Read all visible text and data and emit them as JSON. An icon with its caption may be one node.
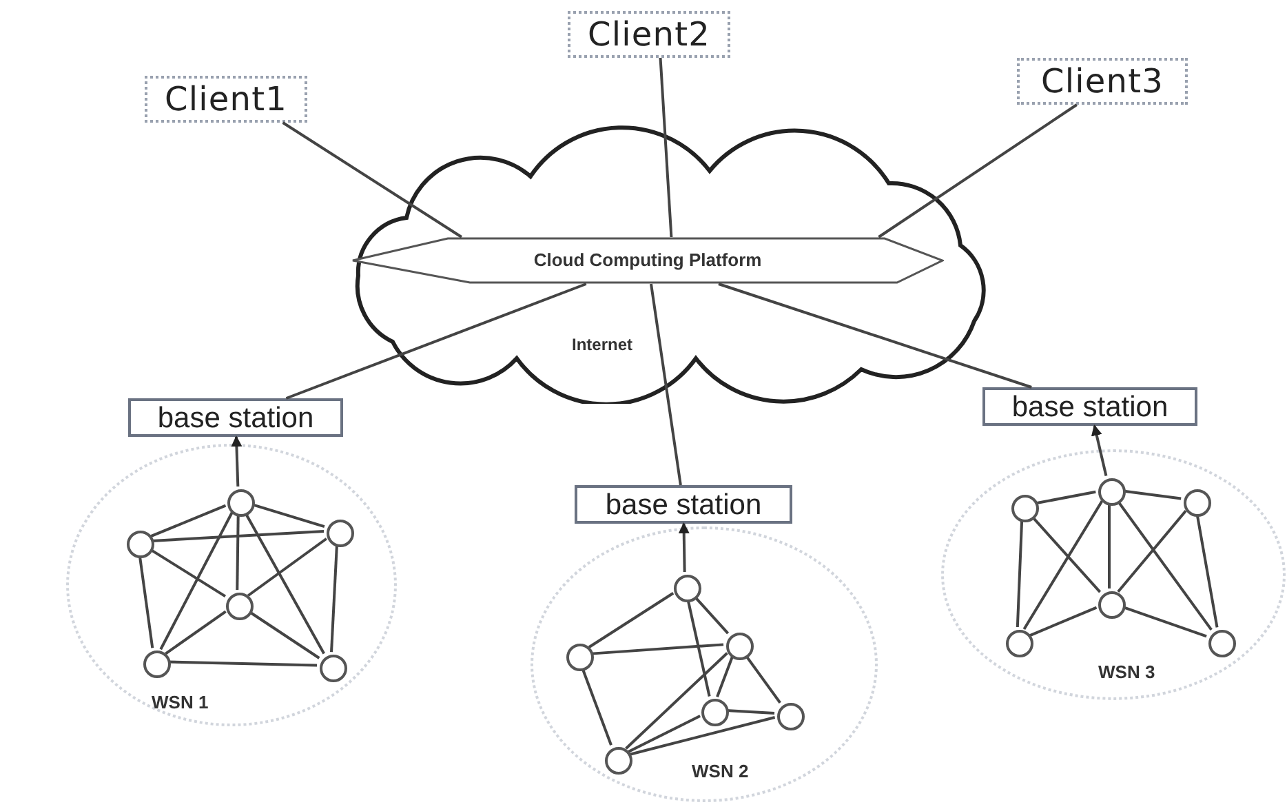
{
  "diagram": {
    "nodes": [
      {
        "text": [
          "Client1"
        ]
      },
      {
        "text": [
          "Client2"
        ]
      },
      {
        "text": [
          "Client3"
        ]
      },
      {
        "text": [
          "Internet"
        ]
      },
      {
        "text": [
          "Cloud Computing Platform"
        ],
        "in": 3
      },
      {
        "text": [
          "base station"
        ]
      },
      {
        "text": [
          "base station"
        ]
      },
      {
        "text": [
          "base station"
        ]
      },
      {
        "text": [
          "WSN 1"
        ]
      },
      {
        "text": [
          "WSN 2"
        ]
      },
      {
        "text": [
          "WSN 3"
        ]
      },
      {
        "text": [],
        "shape": "circle",
        "in": 8
      },
      {
        "text": [],
        "shape": "circle",
        "in": 8
      },
      {
        "text": [],
        "shape": "circle",
        "in": 8
      },
      {
        "text": [],
        "shape": "circle",
        "in": 8
      },
      {
        "text": [],
        "shape": "circle",
        "in": 8
      },
      {
        "text": [],
        "shape": "circle",
        "in": 8
      },
      {
        "text": [],
        "shape": "circle",
        "in": 9
      },
      {
        "text": [],
        "shape": "circle",
        "in": 9
      },
      {
        "text": [],
        "shape": "circle",
        "in": 9
      },
      {
        "text": [],
        "shape": "circle",
        "in": 9
      },
      {
        "text": [],
        "shape": "circle",
        "in": 9
      },
      {
        "text": [],
        "shape": "circle",
        "in": 9
      },
      {
        "text": [],
        "shape": "circle",
        "in": 10
      },
      {
        "text": [],
        "shape": "circle",
        "in": 10
      },
      {
        "text": [],
        "shape": "circle",
        "in": 10
      },
      {
        "text": [],
        "shape": "circle",
        "in": 10
      },
      {
        "text": [],
        "shape": "circle",
        "in": 10
      },
      {
        "text": [],
        "shape": "circle",
        "in": 10
      }
    ],
    "edges": [
      {
        "from": 0,
        "to": 4,
        "arrow": "none"
      },
      {
        "from": 1,
        "to": 4,
        "arrow": "none"
      },
      {
        "from": 2,
        "to": 4,
        "arrow": "none"
      },
      {
        "from": 4,
        "to": 5,
        "arrow": "none"
      },
      {
        "from": 4,
        "to": 6,
        "arrow": "none"
      },
      {
        "from": 4,
        "to": 7,
        "arrow": "none"
      },
      {
        "from": 11,
        "to": 5,
        "arrow": "to"
      },
      {
        "from": 11,
        "to": 12,
        "arrow": "none"
      },
      {
        "from": 11,
        "to": 13,
        "arrow": "none"
      },
      {
        "from": 12,
        "to": 13,
        "arrow": "none"
      },
      {
        "from": 11,
        "to": 14,
        "arrow": "none"
      },
      {
        "from": 11,
        "to": 15,
        "arrow": "none"
      },
      {
        "from": 11,
        "to": 16,
        "arrow": "none"
      },
      {
        "from": 12,
        "to": 14,
        "arrow": "none"
      },
      {
        "from": 14,
        "to": 16,
        "arrow": "none"
      },
      {
        "from": 13,
        "to": 14,
        "arrow": "none"
      },
      {
        "from": 14,
        "to": 15,
        "arrow": "none"
      },
      {
        "from": 12,
        "to": 15,
        "arrow": "none"
      },
      {
        "from": 13,
        "to": 16,
        "arrow": "none"
      },
      {
        "from": 15,
        "to": 16,
        "arrow": "none"
      },
      {
        "from": 17,
        "to": 6,
        "arrow": "to"
      },
      {
        "from": 17,
        "to": 18,
        "arrow": "none"
      },
      {
        "from": 17,
        "to": 19,
        "arrow": "none"
      },
      {
        "from": 17,
        "to": 20,
        "arrow": "none"
      },
      {
        "from": 18,
        "to": 19,
        "arrow": "none"
      },
      {
        "from": 18,
        "to": 22,
        "arrow": "none"
      },
      {
        "from": 19,
        "to": 22,
        "arrow": "none"
      },
      {
        "from": 19,
        "to": 20,
        "arrow": "none"
      },
      {
        "from": 19,
        "to": 21,
        "arrow": "none"
      },
      {
        "from": 20,
        "to": 21,
        "arrow": "none"
      },
      {
        "from": 20,
        "to": 22,
        "arrow": "none"
      },
      {
        "from": 21,
        "to": 22,
        "arrow": "none"
      },
      {
        "from": 23,
        "to": 7,
        "arrow": "to"
      },
      {
        "from": 23,
        "to": 24,
        "arrow": "none"
      },
      {
        "from": 23,
        "to": 25,
        "arrow": "none"
      },
      {
        "from": 23,
        "to": 26,
        "arrow": "none"
      },
      {
        "from": 23,
        "to": 27,
        "arrow": "none"
      },
      {
        "from": 23,
        "to": 28,
        "arrow": "none"
      },
      {
        "from": 24,
        "to": 27,
        "arrow": "none"
      },
      {
        "from": 24,
        "to": 26,
        "arrow": "none"
      },
      {
        "from": 25,
        "to": 26,
        "arrow": "none"
      },
      {
        "from": 25,
        "to": 28,
        "arrow": "none"
      },
      {
        "from": 26,
        "to": 27,
        "arrow": "none"
      },
      {
        "from": 26,
        "to": 28,
        "arrow": "none"
      }
    ]
  }
}
